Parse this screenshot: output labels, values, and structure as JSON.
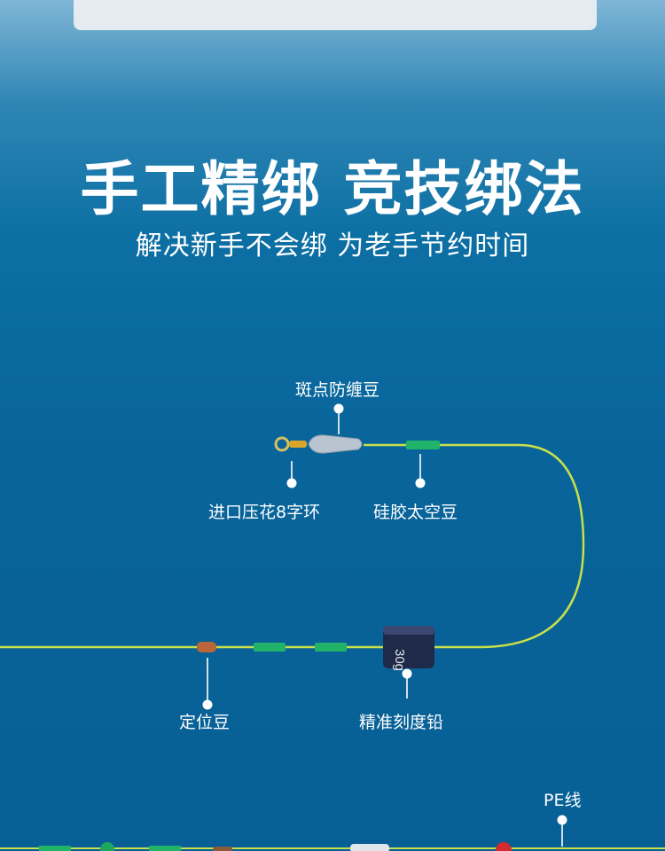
{
  "headline": "手工精绑 竞技绑法",
  "subline": "解决新手不会绑 为老手节约时间",
  "labels": {
    "spot_bean": "斑点防缠豆",
    "swivel": "进口压花8字环",
    "silicone_bean": "硅胶太空豆",
    "position_bean": "定位豆",
    "sinker": "精准刻度铅",
    "pe_line": "PE线"
  },
  "sinker_mark": "30g",
  "colors": {
    "line": "#c8e04a",
    "tube": "#22b36a",
    "accent": "#ffffff"
  }
}
